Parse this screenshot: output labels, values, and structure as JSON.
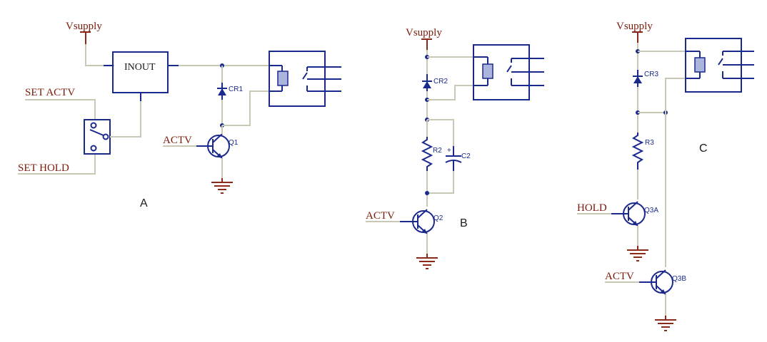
{
  "labels": {
    "vsupply": "Vsupply",
    "set_actv": "SET ACTV",
    "set_hold": "SET HOLD",
    "actv": "ACTV",
    "hold": "HOLD",
    "inout": "INOUT"
  },
  "refs": {
    "cr1": "CR1",
    "q1": "Q1",
    "cr2": "CR2",
    "r2": "R2",
    "c2": "C2",
    "q2": "Q2",
    "cr3": "CR3",
    "r3": "R3",
    "q3a": "Q3A",
    "q3b": "Q3B"
  },
  "sections": {
    "a": "A",
    "b": "B",
    "c": "C"
  },
  "cap_polarity": "+"
}
